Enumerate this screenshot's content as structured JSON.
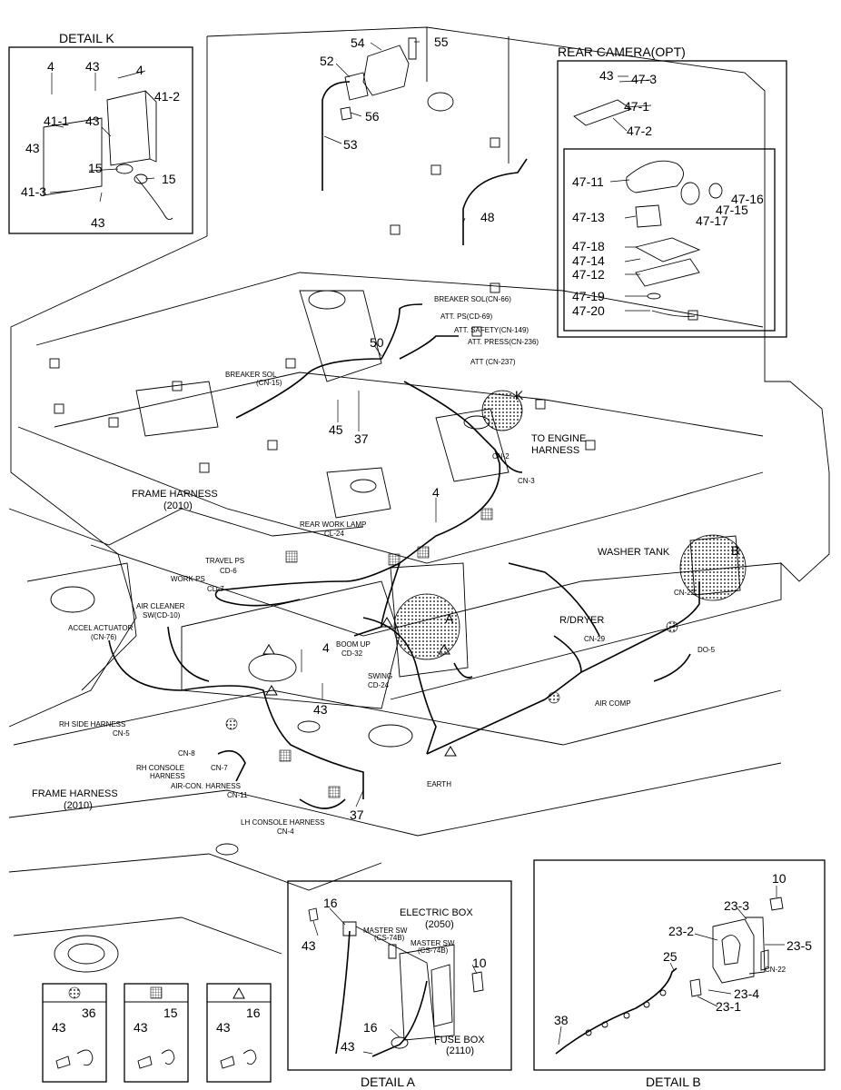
{
  "detail_k": {
    "title": "DETAIL  K",
    "labels": [
      "4",
      "43",
      "4",
      "41-2",
      "43",
      "41-1",
      "43",
      "15",
      "15",
      "41-3",
      "43"
    ]
  },
  "top_parts": [
    "54",
    "55",
    "52",
    "56",
    "53",
    "48",
    "50",
    "45",
    "37",
    "K"
  ],
  "rear_camera": {
    "title": "REAR CAMERA(OPT)",
    "labels": [
      "43",
      "47-3",
      "47-1",
      "47-2"
    ],
    "inner_labels": [
      "47-11",
      "47-16",
      "47-15",
      "47-13",
      "47-17",
      "47-18",
      "47-14",
      "47-12",
      "47-19",
      "47-20"
    ]
  },
  "connectors": [
    "BREAKER SOL(CN-66)",
    "ATT. PS(CD-69)",
    "ATT. SAFETY(CN-149)",
    "ATT. PRESS(CN-236)",
    "ATT (CN-237)",
    "BREAKER SOL",
    "(CN-15)",
    "TO ENGINE",
    "HARNESS",
    "CN-2",
    "CN-3",
    "REAR WORK LAMP",
    "CL-24",
    "TRAVEL PS",
    "CD-6",
    "WORK PS",
    "CD-7",
    "AIR CLEANER",
    "SW(CD-10)",
    "ACCEL ACTUATOR",
    "(CN-76)",
    "BOOM UP",
    "CD-32",
    "SWING",
    "CD-24",
    "WASHER TANK",
    "CN-22",
    "R/DRYER",
    "CN-29",
    "DO-5",
    "AIR COMP",
    "RH SIDE HARNESS",
    "CN-5",
    "CN-8",
    "RH CONSOLE",
    "HARNESS",
    "CN-7",
    "AIR-CON. HARNESS",
    "CN-11",
    "LH CONSOLE HARNESS",
    "CN-4",
    "EARTH"
  ],
  "frame_harness_top": [
    "FRAME HARNESS",
    "(2010)"
  ],
  "frame_harness_bottom": [
    "FRAME HARNESS",
    "(2010)"
  ],
  "callouts": [
    "4",
    "4",
    "43",
    "37",
    "A",
    "B"
  ],
  "legend": [
    {
      "pattern": "dots",
      "labels": [
        "43",
        "36"
      ]
    },
    {
      "pattern": "grid",
      "labels": [
        "43",
        "15"
      ]
    },
    {
      "pattern": "triangle",
      "labels": [
        "43",
        "16"
      ]
    }
  ],
  "detail_a": {
    "caption": "DETAIL  A",
    "labels": [
      "16",
      "43",
      "ELECTRIC BOX",
      "(2050)",
      "MASTER SW",
      "(CS-74B)",
      "MASTER SW",
      "(CS-74B)",
      "10",
      "16",
      "43",
      "FUSE BOX",
      "(2110)"
    ]
  },
  "detail_b": {
    "caption": "DETAIL  B",
    "labels": [
      "10",
      "23-3",
      "23-2",
      "23-5",
      "25",
      "CN-22",
      "23-4",
      "23-1",
      "38"
    ]
  }
}
